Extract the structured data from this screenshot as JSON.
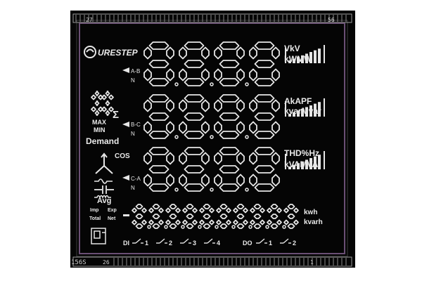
{
  "pins": {
    "top_left": "27",
    "top_right": "56",
    "bottom_left": "156S",
    "bottom_mid": "26",
    "bottom_right": "1"
  },
  "brand": "URESTEP",
  "phase_labels": {
    "ab": "A-B",
    "bc": "B-C",
    "ca": "C-A",
    "n": "N"
  },
  "units": {
    "row1_line1": "VkV",
    "row1_line2": "kWMW",
    "row2_line1": "AkAPF",
    "row2_line2": "kvarMvar",
    "row3_line1": "THD%Hz",
    "row3_line2": "kVAMVA",
    "energy_line1": "kwh",
    "energy_line2": "kvarh"
  },
  "left_labels": {
    "sigma": "Σ",
    "max": "MAX",
    "min": "MIN",
    "demand": "Demand",
    "cos": "COS",
    "avg": "Avg",
    "imp": "Imp",
    "exp": "Exp",
    "total": "Total",
    "net": "Net"
  },
  "di_label": "DI",
  "di_numbers": [
    "1",
    "2",
    "3",
    "4"
  ],
  "do_label": "DO",
  "do_numbers": [
    "1",
    "2"
  ],
  "colors": {
    "background": "#050505",
    "segment": "#e6e6e6",
    "frame": "#6a4f74"
  }
}
